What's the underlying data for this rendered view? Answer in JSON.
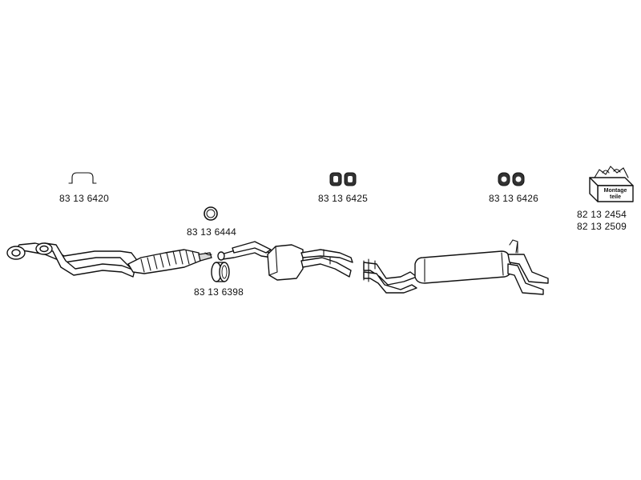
{
  "parts": {
    "clamp_u": "83 13 6420",
    "hanger_pair_1": "83 13 6425",
    "hanger_pair_2": "83 13 6426",
    "ring": "83 13 6444",
    "sleeve": "83 13 6398",
    "kit_1": "82 13 2454",
    "kit_2": "82 13 2509"
  },
  "kit_box": {
    "line1": "Montage",
    "line2": "teile"
  }
}
